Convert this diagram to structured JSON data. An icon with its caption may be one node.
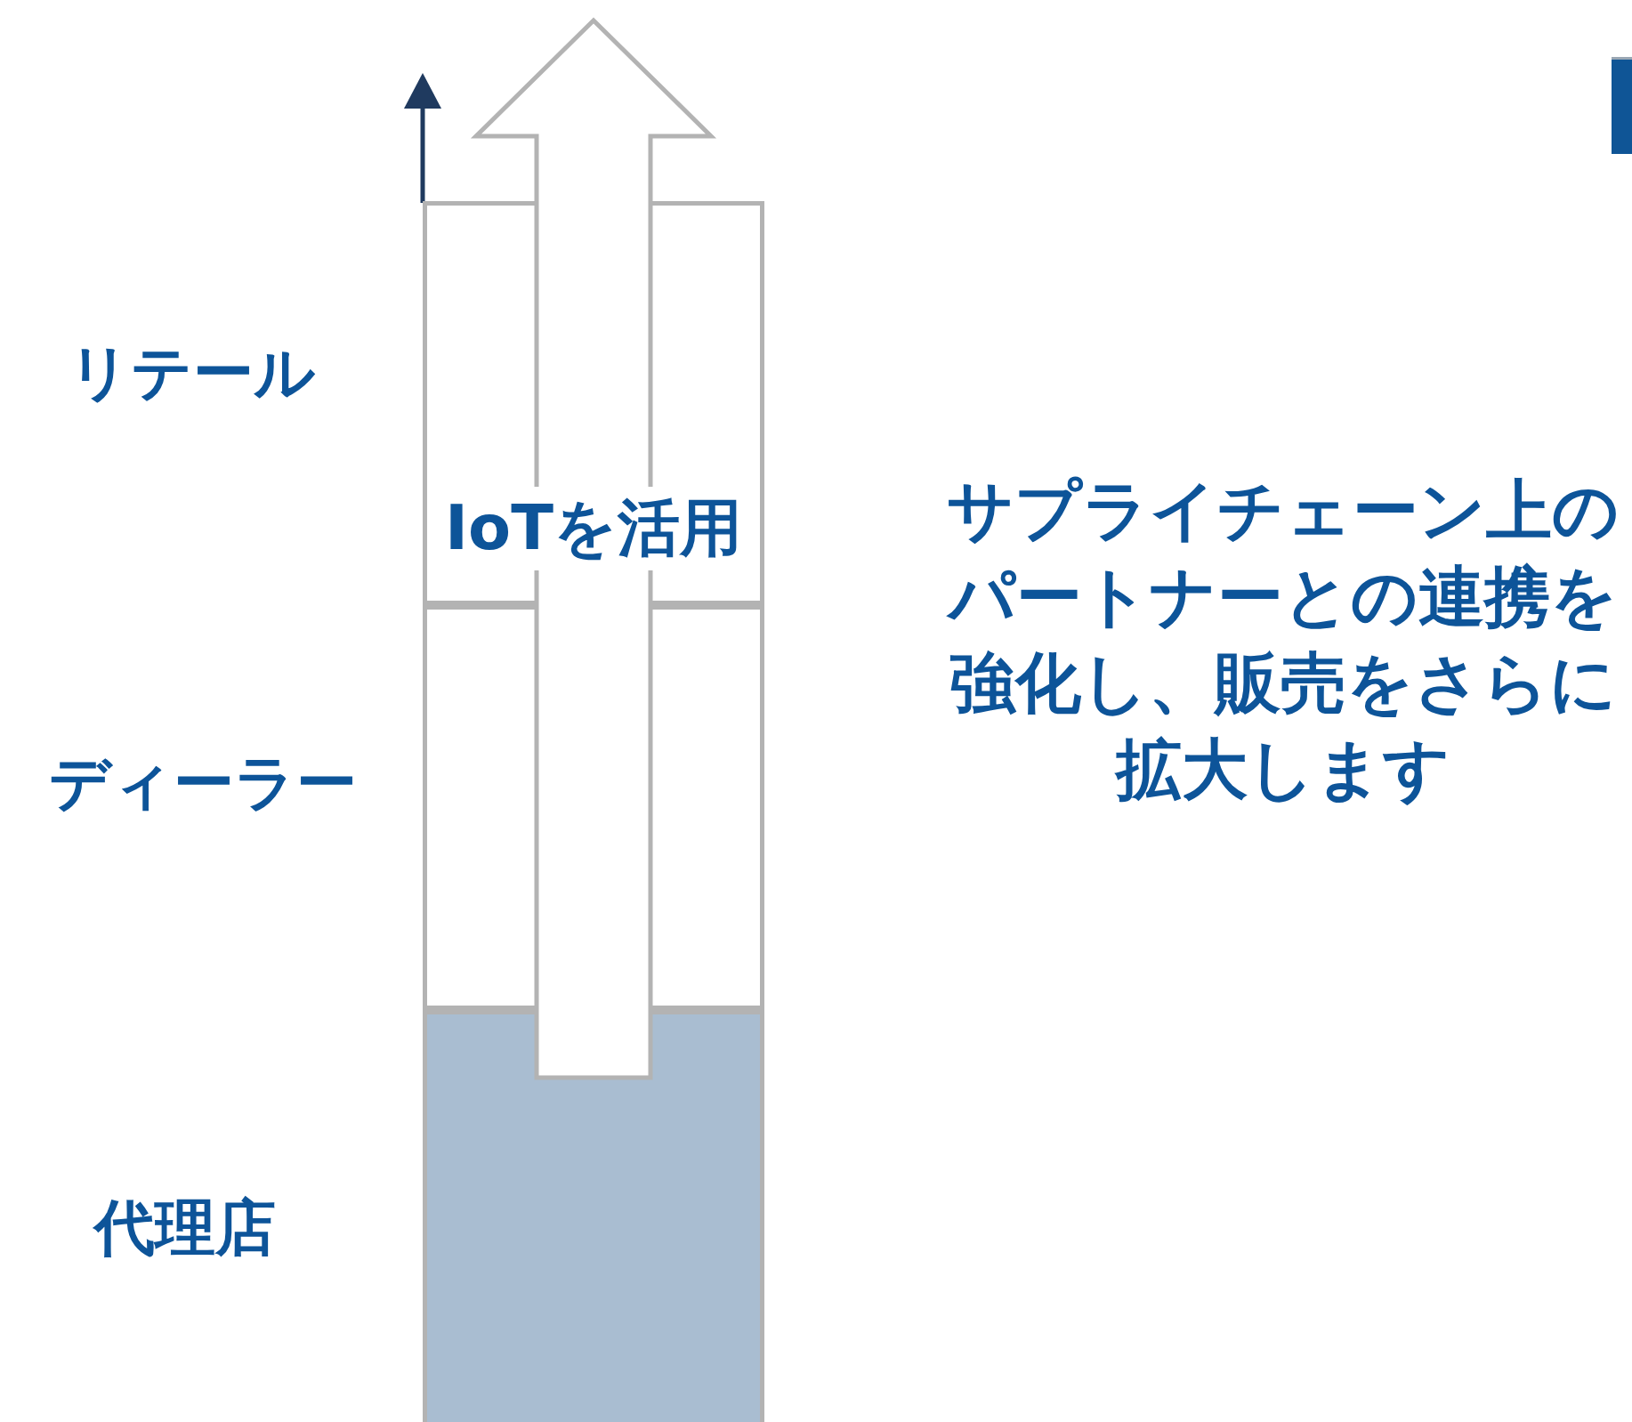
{
  "diagram": {
    "nodes": [
      {
        "text": [],
        "shape": "box",
        "beside": [
          "リテール"
        ]
      },
      {
        "text": [],
        "shape": "box",
        "beside": [
          "ディーラー"
        ]
      },
      {
        "text": [],
        "shape": "box",
        "beside": [
          "代理店"
        ]
      }
    ],
    "edges": [
      {
        "from": 2,
        "to": 0,
        "arrow": "to",
        "label": "IoTを活用"
      }
    ],
    "labels": [
      "サプライチェーン上のパートナーとの連携を強化し、販売をさらに拡大します"
    ]
  }
}
